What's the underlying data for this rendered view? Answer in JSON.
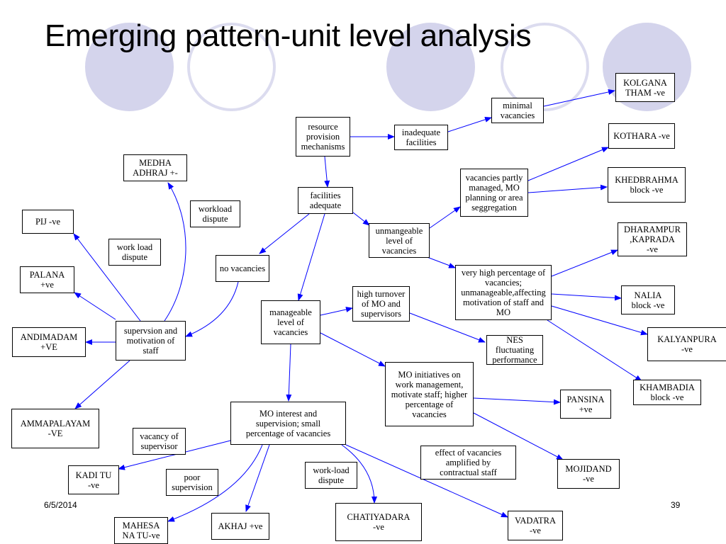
{
  "slide": {
    "title": "Emerging pattern-unit level analysis",
    "date": "6/5/2014",
    "page_number": "39"
  },
  "nodes": {
    "resource_provision": "resource\nprovision\nmechanisms",
    "inadequate_facilities": "inadequate\nfacilities",
    "minimal_vacancies": "minimal\nvacancies",
    "kolganatham": "KOLGANA\nTHAM -ve",
    "facilities_adequate": "facilities\nadequate",
    "vacancies_partly_managed": "vacancies partly\nmanaged, MO\nplanning or area\nseggregation",
    "kothara": "KOTHARA -ve",
    "khedbrahma": "KHEDBRAHMA\nblock -ve",
    "unmanageable_level": "unmangeable\nlevel of\nvacancies",
    "dharampur_kaprada": "DHARAMPUR\n,KAPRADA\n-ve",
    "very_high_percentage": "very high percentage of\nvacancies;\nunmanageable,affecting\nmotivation of staff and\nMO",
    "nalia": "NALIA\nblock -ve",
    "kalyanpura": "KALYANPURA\n-ve",
    "khambadia": "KHAMBADIA\nblock -ve",
    "no_vacancies": "no vacancies",
    "manageable_level": "manageable\nlevel of\nvacancies",
    "high_turnover": "high turnover\nof MO and\nsupervisors",
    "nes_fluctuating": "NES\nfluctuating\nperformance",
    "mo_initiatives": "MO initiatives on\nwork management,\nmotivate staff; higher\npercentage of\nvacancies",
    "pansina": "PANSINA\n+ve",
    "mojidand": "MOJIDAND\n-ve",
    "supervision_motivation": "supervsion and\nmotivation of\nstaff",
    "medha_adhraj": "MEDHA\nADHRAJ +-",
    "pij": "PIJ -ve",
    "palana": "PALANA\n+ve",
    "andimadam": "ANDIMADAM\n+VE",
    "ammapalayam": "AMMAPALAYAM\n-VE",
    "mo_interest": "MO interest and\nsupervision; small\npercentage of vacancies",
    "kadi_tu": "KADI TU\n-ve",
    "mahesana_tu": "MAHESA\nNA TU-ve",
    "akhaj": "AKHAJ +ve",
    "chatiyadara": "CHATIYADARA\n-ve",
    "vadatra": "VADATRA\n-ve"
  },
  "edge_labels": {
    "workload_dispute_medha": "workload\ndispute",
    "work_load_dispute_pij": "work load\ndispute",
    "vacancy_of_supervisor": "vacancy of\nsupervisor",
    "poor_supervision": "poor\nsupervision",
    "work_load_dispute_chatiyadara": "work-load\ndispute",
    "effect_of_vacancies": "effect of vacancies\namplified by\ncontractual staff"
  },
  "colors": {
    "edge": "#0000ff",
    "decor_fill": "#d4d4ec",
    "decor_ring": "#dcdcef"
  }
}
